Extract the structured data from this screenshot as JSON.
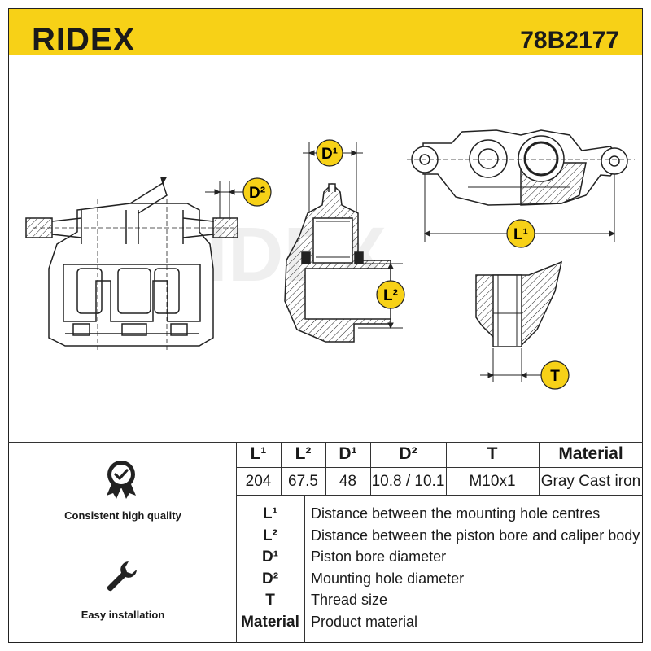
{
  "header": {
    "brand": "RIDEX",
    "part_number": "78B2177"
  },
  "watermark": "RIDEX",
  "callouts": {
    "d1": "D¹",
    "d2": "D²",
    "l1": "L¹",
    "l2": "L²",
    "t": "T"
  },
  "specs": {
    "columns": [
      "L¹",
      "L²",
      "D¹",
      "D²",
      "T",
      "Material"
    ],
    "values": [
      "204",
      "67.5",
      "48",
      "10.8 / 10.1",
      "M10x1",
      "Gray Cast iron"
    ]
  },
  "legend": [
    {
      "code": "L¹",
      "desc": "Distance between the mounting hole centres"
    },
    {
      "code": "L²",
      "desc": "Distance between the piston bore and caliper body"
    },
    {
      "code": "D¹",
      "desc": "Piston bore diameter"
    },
    {
      "code": "D²",
      "desc": "Mounting hole diameter"
    },
    {
      "code": "T",
      "desc": "Thread size"
    },
    {
      "code": "Material",
      "desc": "Product material"
    }
  ],
  "features": [
    {
      "label": "Consistent high quality",
      "icon": "quality-badge-icon"
    },
    {
      "label": "Easy installation",
      "icon": "wrench-icon"
    }
  ],
  "colors": {
    "brand_yellow": "#f7d117",
    "line": "#222222"
  }
}
